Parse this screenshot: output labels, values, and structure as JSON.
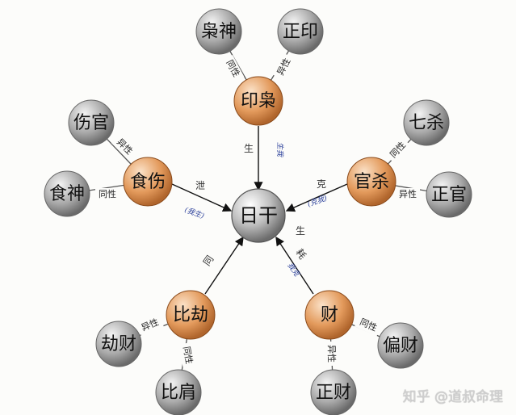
{
  "diagram": {
    "center": "日干",
    "groups": {
      "yin": {
        "label": "印枭",
        "a": "枭神",
        "b": "正印",
        "tag_a": "同性",
        "tag_b": "异性",
        "rel": "生",
        "rel_note": "生我"
      },
      "shi": {
        "label": "食伤",
        "a": "伤官",
        "b": "食神",
        "tag_a": "异性",
        "tag_b": "同性",
        "rel": "泄",
        "rel_note": "(我生)"
      },
      "guan": {
        "label": "官杀",
        "a": "七杀",
        "b": "正官",
        "tag_a": "同性",
        "tag_b": "异性",
        "rel": "克",
        "rel_note": "(克我)"
      },
      "bi": {
        "label": "比劫",
        "a": "劫财",
        "b": "比肩",
        "tag_a": "异性",
        "tag_b": "同性",
        "rel": "同"
      },
      "cai": {
        "label": "财",
        "a": "偏财",
        "b": "正财",
        "tag_a": "同性",
        "tag_b": "异性",
        "rel": "耗",
        "rel_note": "我克"
      }
    },
    "extra_label": "生"
  },
  "watermark": "知乎 @道叔命理",
  "colors": {
    "orange": "#e39a5c",
    "grey": "#9a9a9a"
  }
}
